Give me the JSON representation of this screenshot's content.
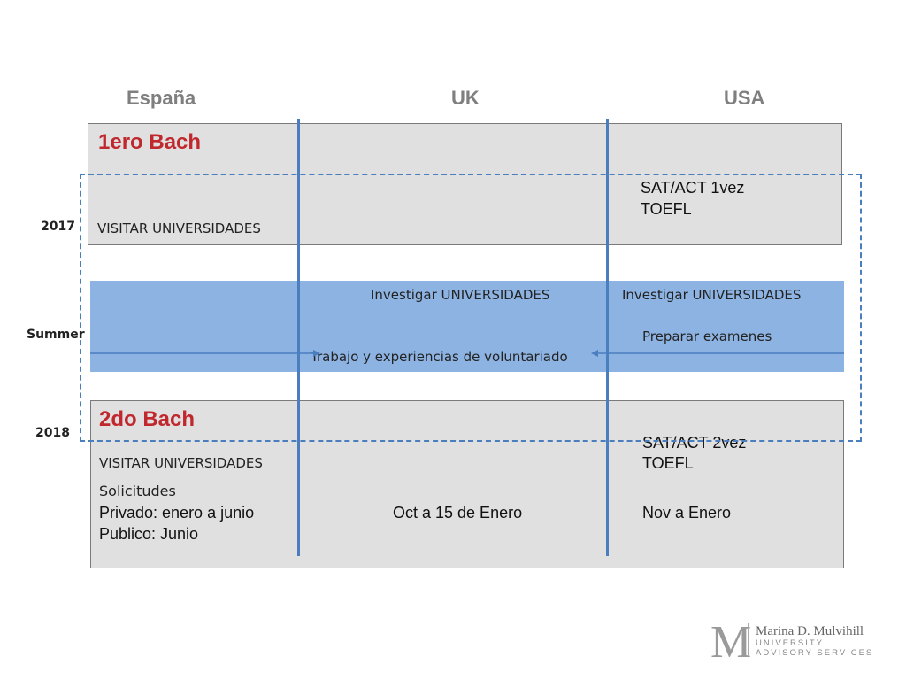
{
  "columns": {
    "spain": "España",
    "uk": "UK",
    "usa": "USA"
  },
  "side_labels": {
    "year1": "2017",
    "summer": "Summer",
    "year2": "2018"
  },
  "row1": {
    "title": "1ero Bach",
    "spain_text": "VISITAR UNIVERSIDADES",
    "usa_line1": "SAT/ACT 1vez",
    "usa_line2": "TOEFL"
  },
  "summer": {
    "uk_text": "Investigar  UNIVERSIDADES",
    "usa_text": "Investigar UNIVERSIDADES",
    "usa_prep": "Preparar examenes",
    "volunteer": "Trabajo y experiencias de voluntariado"
  },
  "row2": {
    "title": "2do Bach",
    "spain_visit": "VISITAR UNIVERSIDADES",
    "spain_sol": "Solicitudes",
    "spain_private": "Privado: enero a junio",
    "spain_public": "Publico: Junio",
    "uk_deadline": "Oct a 15 de Enero",
    "usa_line1": "SAT/ACT 2vez",
    "usa_line2": "TOEFL",
    "usa_deadline": "Nov a Enero"
  },
  "logo": {
    "mark": "M",
    "name": "Marina D. Mulvihill",
    "line1": "UNIVERSITY",
    "line2": "ADVISORY SERVICES"
  },
  "colors": {
    "box": "#e0e0e0",
    "band": "#8db3e2",
    "line": "#4a7ebf",
    "title_red": "#c0282d",
    "header_gray": "#7f7f7f"
  }
}
